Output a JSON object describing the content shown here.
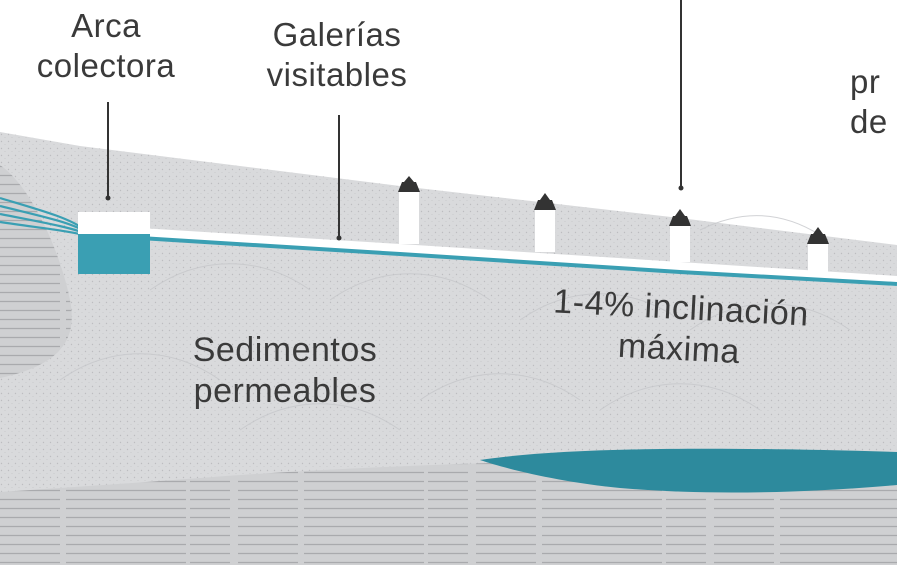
{
  "labels": {
    "arca_colectora": [
      "Arca",
      "colectora"
    ],
    "galerias_visitables": [
      "Galerías",
      "visitables"
    ],
    "sedimentos_permeables": [
      "Sedimentos",
      "permeables"
    ],
    "inclinacion": [
      "1-4% inclinación",
      "máxima"
    ],
    "cut_right": [
      "pr",
      "de"
    ]
  },
  "colors": {
    "terrain": "#d9dadc",
    "terrain_stipple": "#b9babd",
    "bedrock": "#cfd0d2",
    "bedrock_lines": "#9a9b9e",
    "water": "#3a9fb3",
    "aquifer": "#2d8a9d",
    "gallery_tube": "#ffffff",
    "shaft_cap": "#333333",
    "text": "#3a3a3a"
  },
  "shafts_count": 4
}
